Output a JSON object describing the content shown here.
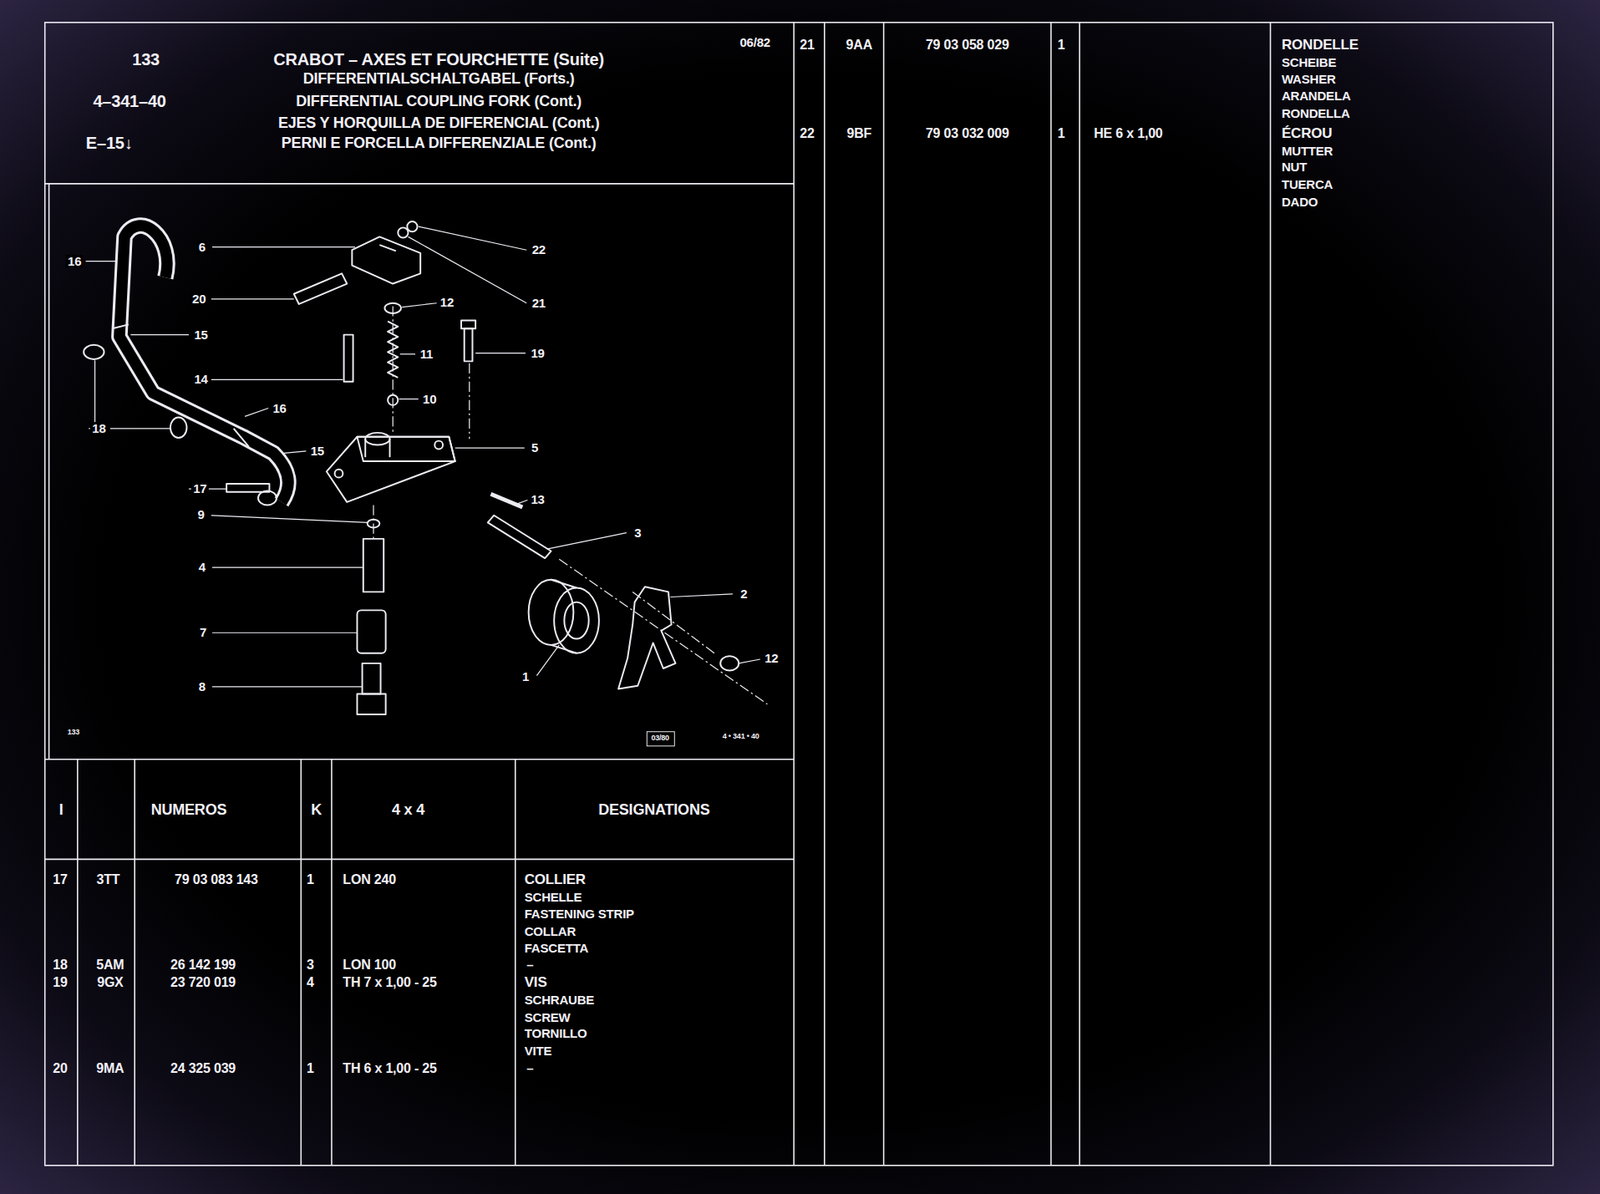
{
  "diagram": {
    "title": "CRABOT – AXES ET FOURCHETTE (Suite)",
    "labels": [
      "133",
      "4–341–40",
      "E–15↓",
      "DIFFERENTIALSCHALTGABEL (Forts.)",
      "DIFFERENTIAL COUPLING FORK (Cont.)",
      "EJES Y HORQUILLA DE DIFERENCIAL (Cont.)",
      "PERNI E FORCELLA DIFFERENZIALE (Cont.)",
      "06/82",
      "16",
      "20",
      "6",
      "22",
      "21",
      "12",
      "15",
      "11",
      "19",
      "14",
      "10",
      "16",
      "18",
      "15",
      "5",
      "17",
      "13",
      "9",
      "3",
      "4",
      "2",
      "7",
      "12",
      "1",
      "8",
      "133",
      "03/80",
      "4 • 341 • 40",
      "I",
      "NUMEROS",
      "K",
      "4 x 4",
      "DESIGNATIONS",
      "17",
      "3TT",
      "79 03 083 143",
      "1",
      "LON 240",
      "COLLIER",
      "SCHELLE",
      "FASTENING STRIP",
      "COLLAR",
      "FASCETTA",
      "18",
      "5AM",
      "26 142 199",
      "3",
      "LON 100",
      "–",
      "19",
      "9GX",
      "23 720 019",
      "4",
      "TH 7 x 1,00 - 25",
      "VIS",
      "SCHRAUBE",
      "SCREW",
      "TORNILLO",
      "VITE",
      "20",
      "9MA",
      "24 325 039",
      "1",
      "TH 6 x 1,00 - 25",
      "–",
      "21",
      "9AA",
      "79 03 058 029",
      "1",
      "RONDELLE",
      "SCHEIBE",
      "WASHER",
      "ARANDELA",
      "RONDELLA",
      "22",
      "9BF",
      "79 03 032 009",
      "1",
      "HE 6 x 1,00",
      "ÉCROU",
      "MUTTER",
      "NUT",
      "TUERCA",
      "DADO"
    ]
  }
}
